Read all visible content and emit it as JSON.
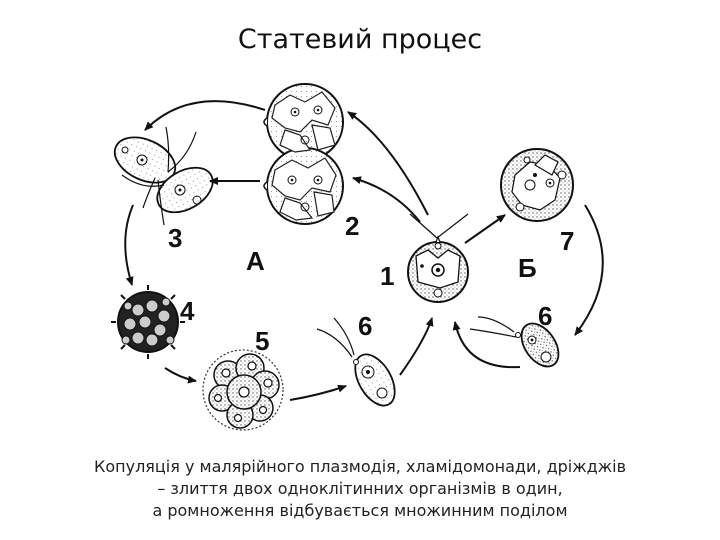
{
  "title": "Статевий процес",
  "diagram": {
    "cycle_labels": {
      "A": "А",
      "B": "Б"
    },
    "stage_labels": [
      "1",
      "2",
      "3",
      "4",
      "5",
      "6",
      "6",
      "7"
    ],
    "stages": [
      {
        "id": "1",
        "description": "vegetative cell with flagella"
      },
      {
        "id": "2",
        "description": "dividing cells forming gametes"
      },
      {
        "id": "3",
        "description": "copulating gametes"
      },
      {
        "id": "4",
        "description": "zygote with spiny wall"
      },
      {
        "id": "5",
        "description": "zygote divided into daughter cells"
      },
      {
        "id": "6",
        "description": "new flagellated cell"
      },
      {
        "id": "7",
        "description": "cell undergoing multiple division"
      }
    ]
  },
  "caption": {
    "line1": "Копуляція у малярійного плазмодія, хламідомонади, дріжджів",
    "line2": "– злиття двох одноклітинних організмів в один,",
    "line3": "а ромноження відбувається  множинним поділом"
  }
}
